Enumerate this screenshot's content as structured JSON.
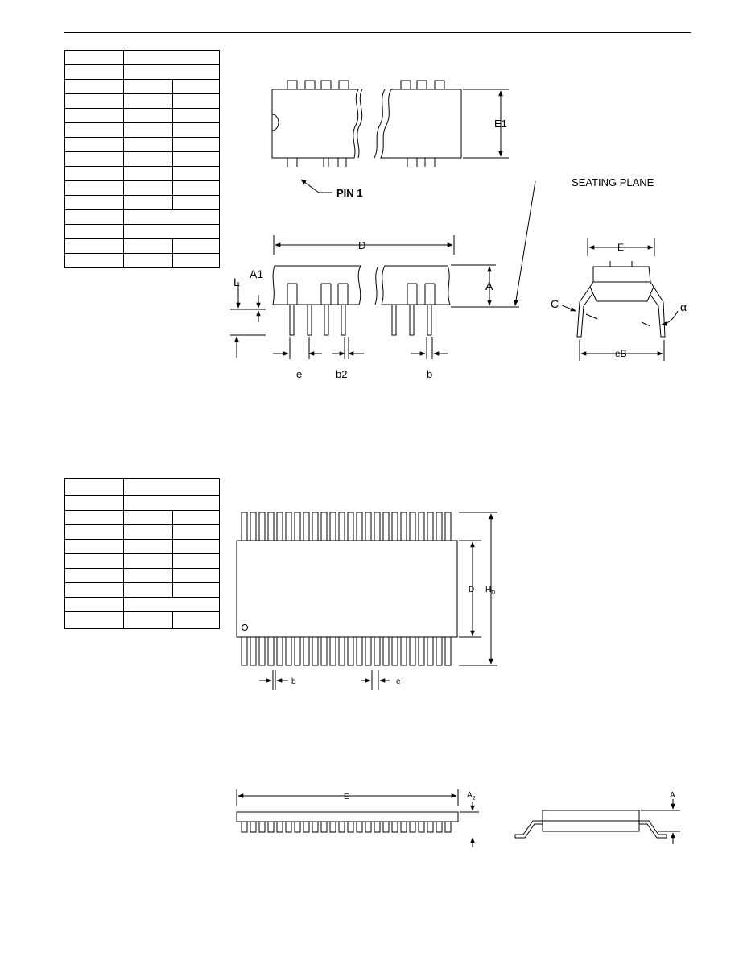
{
  "dip_figure": {
    "pin1_label": "PIN 1",
    "seating_plane_label": "SEATING PLANE",
    "dims": {
      "E1": "E1",
      "D": "D",
      "A": "A",
      "A1": "A1",
      "L": "L",
      "e": "e",
      "b2": "b2",
      "b": "b",
      "E": "E",
      "C": "C",
      "alpha": "α",
      "eB": "eB"
    }
  },
  "ssop_figure": {
    "dims": {
      "D": "D",
      "HD": "H",
      "HD_sub": "D",
      "b": "b",
      "e": "e",
      "E": "E",
      "A2": "A",
      "A2_sub": "2",
      "A": "A"
    }
  }
}
